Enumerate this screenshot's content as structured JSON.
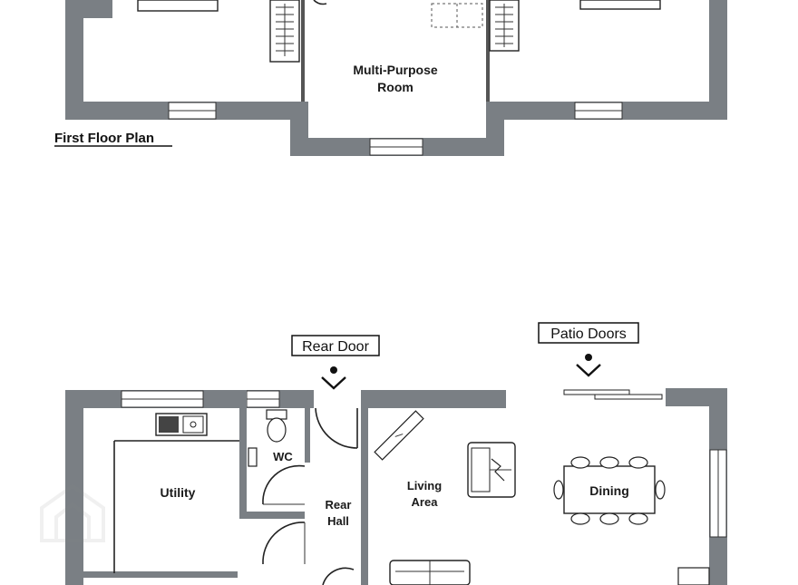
{
  "first_floor": {
    "title": "First Floor Plan",
    "rooms": {
      "multi_purpose": {
        "line1": "Multi-Purpose",
        "line2": "Room"
      }
    }
  },
  "ground_floor": {
    "callouts": {
      "rear_door": "Rear Door",
      "patio_doors": "Patio Doors"
    },
    "rooms": {
      "utility": "Utility",
      "wc": "WC",
      "rear_hall": {
        "line1": "Rear",
        "line2": "Hall"
      },
      "living_area": {
        "line1": "Living",
        "line2": "Area"
      },
      "dining": "Dining"
    }
  },
  "colors": {
    "wall": "#7a7f84",
    "line": "#222222",
    "background": "#ffffff"
  }
}
